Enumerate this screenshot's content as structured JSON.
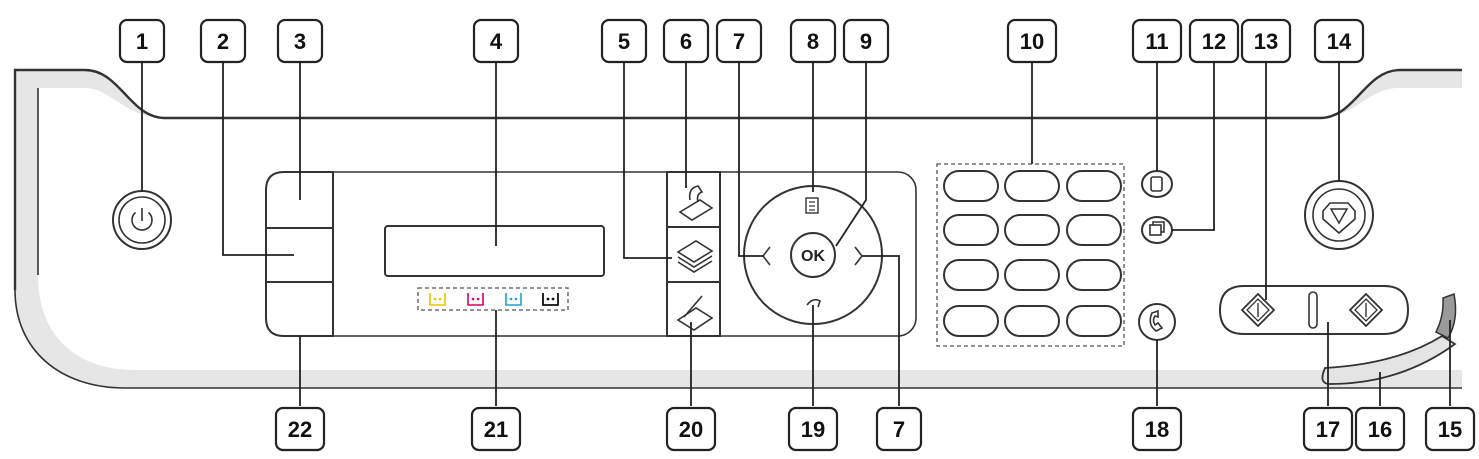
{
  "callouts": [
    {
      "id": "c1",
      "label": "1"
    },
    {
      "id": "c2",
      "label": "2"
    },
    {
      "id": "c3",
      "label": "3"
    },
    {
      "id": "c4",
      "label": "4"
    },
    {
      "id": "c5",
      "label": "5"
    },
    {
      "id": "c6",
      "label": "6"
    },
    {
      "id": "c7a",
      "label": "7"
    },
    {
      "id": "c8",
      "label": "8"
    },
    {
      "id": "c9",
      "label": "9"
    },
    {
      "id": "c10",
      "label": "10"
    },
    {
      "id": "c11",
      "label": "11"
    },
    {
      "id": "c12",
      "label": "12"
    },
    {
      "id": "c13",
      "label": "13"
    },
    {
      "id": "c14",
      "label": "14"
    },
    {
      "id": "c22",
      "label": "22"
    },
    {
      "id": "c21",
      "label": "21"
    },
    {
      "id": "c20",
      "label": "20"
    },
    {
      "id": "c19",
      "label": "19"
    },
    {
      "id": "c7b",
      "label": "7"
    },
    {
      "id": "c18",
      "label": "18"
    },
    {
      "id": "c17",
      "label": "17"
    },
    {
      "id": "c16",
      "label": "16"
    },
    {
      "id": "c15",
      "label": "15"
    }
  ],
  "ok_label": "OK",
  "colors": {
    "yellow": "#e6c700",
    "magenta": "#d6006f",
    "cyan": "#1aa3d1",
    "black": "#111111"
  },
  "icons": [
    "power-icon",
    "copy-icon",
    "fax-icon",
    "scan-icon",
    "address-book-icon",
    "back-icon",
    "left-arrow-icon",
    "right-arrow-icon",
    "redial-icon",
    "pause-icon",
    "on-hook-dial-icon",
    "stop-icon",
    "start-icon",
    "toner-yellow-icon",
    "toner-magenta-icon",
    "toner-cyan-icon",
    "toner-black-icon"
  ]
}
